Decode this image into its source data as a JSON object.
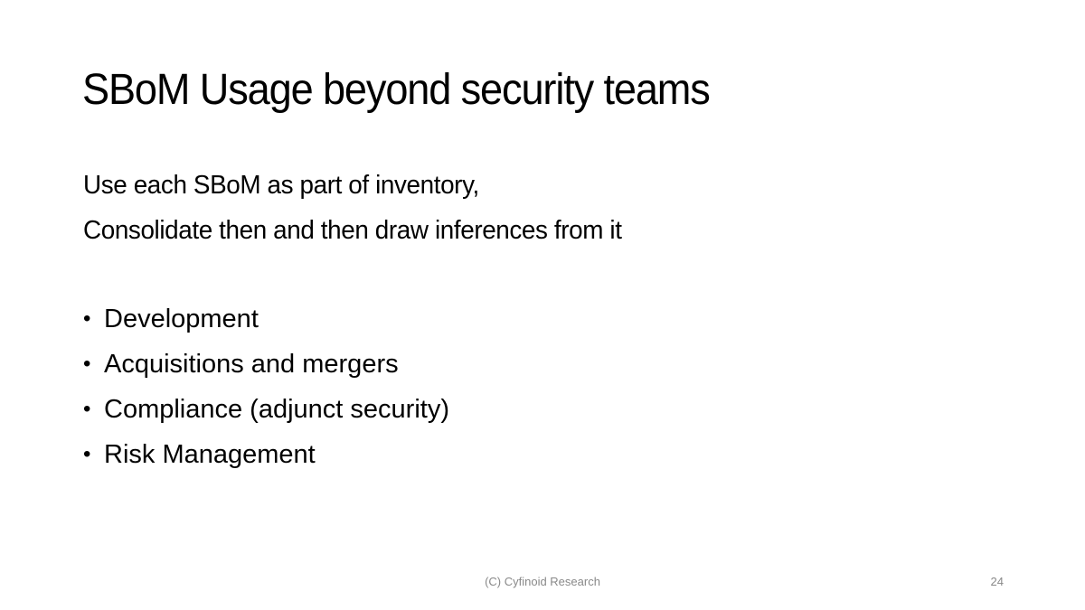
{
  "slide": {
    "title": "SBoM Usage beyond security teams",
    "intro_lines": [
      "Use each SBoM as part of inventory,",
      "Consolidate then and then draw inferences from it"
    ],
    "bullet_glyph": "•",
    "bullets": [
      "Development",
      "Acquisitions and mergers",
      "Compliance (adjunct security)",
      "Risk Management"
    ],
    "footer": {
      "text": "(C) Cyfinoid Research",
      "page_number": "24"
    }
  }
}
